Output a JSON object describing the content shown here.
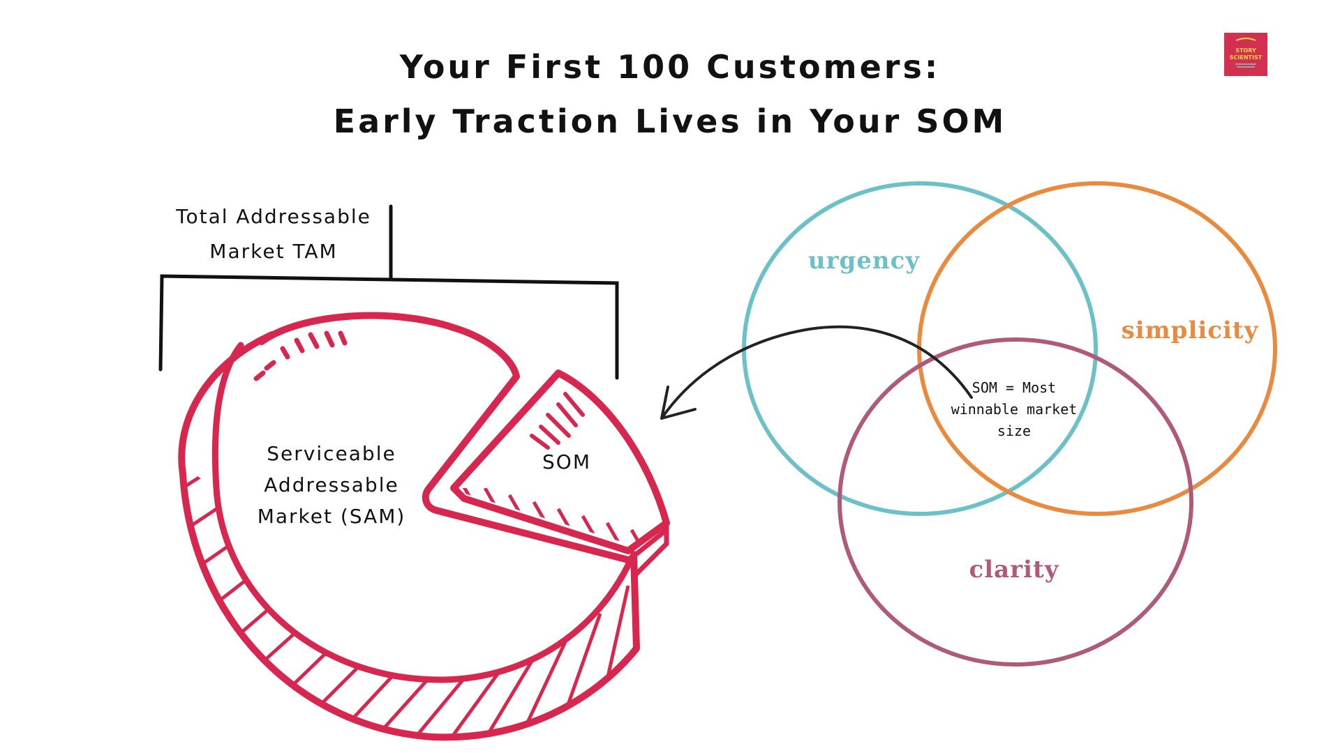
{
  "title": {
    "line1": "Your First 100 Customers:",
    "line2": "Early Traction Lives in Your SOM"
  },
  "logo": {
    "line1": "STORY",
    "line2": "SCIENTIST",
    "bg_color": "#d32f4e",
    "text_color": "#f5d94a"
  },
  "market_pie": {
    "tam_label_line1": "Total Addressable",
    "tam_label_line2": "Market TAM",
    "sam_label_line1": "Serviceable",
    "sam_label_line2": "Addressable",
    "sam_label_line3": "Market (SAM)",
    "som_label": "SOM",
    "color": "#d7274f"
  },
  "venn": {
    "circles": [
      {
        "label": "urgency",
        "color": "#6cc1c8"
      },
      {
        "label": "simplicity",
        "color": "#ea8a3e"
      },
      {
        "label": "clarity",
        "color": "#b05a7a"
      }
    ],
    "center_line1": "SOM = Most",
    "center_line2": "winnable market",
    "center_line3": "size"
  }
}
